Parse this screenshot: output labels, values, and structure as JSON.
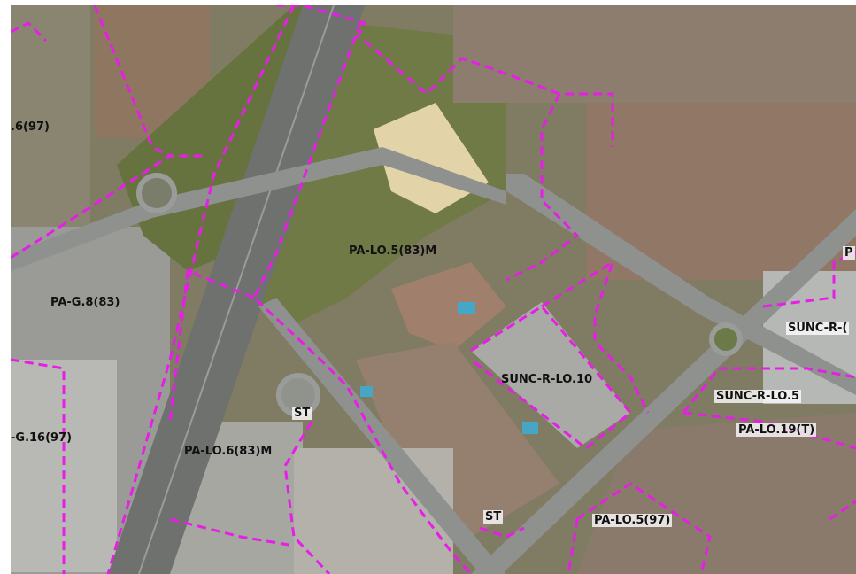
{
  "map": {
    "zone_labels": [
      {
        "id": "pa-g6-97",
        "text": ".6(97)"
      },
      {
        "id": "pa-lo5-83m",
        "text": "PA-LO.5(83)M"
      },
      {
        "id": "pa-g8-83",
        "text": "PA-G.8(83)"
      },
      {
        "id": "p-edge",
        "text": "P"
      },
      {
        "id": "sunc-r-edge",
        "text": "SUNC-R-("
      },
      {
        "id": "sunc-r-lo10",
        "text": "SUNC-R-LO.10"
      },
      {
        "id": "sunc-r-lo5",
        "text": "SUNC-R-LO.5"
      },
      {
        "id": "pa-lo19-t",
        "text": "PA-LO.19(T)"
      },
      {
        "id": "pa-g16-97",
        "text": "-G.16(97)"
      },
      {
        "id": "st-upper",
        "text": "ST"
      },
      {
        "id": "pa-lo6-83m",
        "text": "PA-LO.6(83)M"
      },
      {
        "id": "st-lower",
        "text": "ST"
      },
      {
        "id": "pa-lo5-97",
        "text": "PA-LO.5(97)"
      }
    ],
    "colors": {
      "boundary": "#e61ee6",
      "road": "#8d8f8d",
      "highway": "#6f716f",
      "vegetation": "#5f6a3c",
      "field": "#e3d3a8"
    }
  }
}
